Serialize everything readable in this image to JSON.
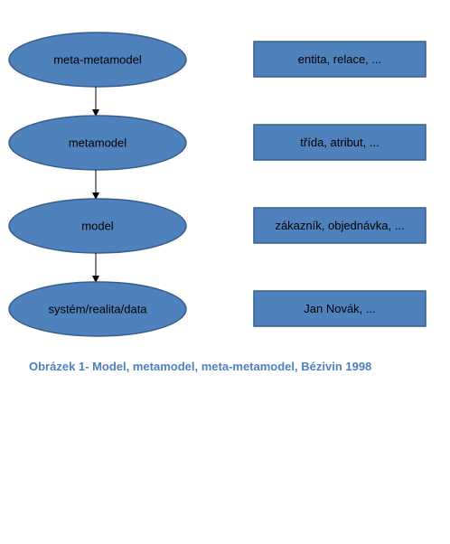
{
  "levels": [
    {
      "ellipse_label": "meta-metamodel",
      "box_label": "entita, relace, ..."
    },
    {
      "ellipse_label": "metamodel",
      "box_label": "třída, atribut, ..."
    },
    {
      "ellipse_label": "model",
      "box_label": "zákazník, objednávka, ..."
    },
    {
      "ellipse_label": "systém/realita/data",
      "box_label": "Jan Novák, ..."
    }
  ],
  "caption": "Obrázek 1- Model, metamodel, meta-metamodel, Bézivin 1998",
  "colors": {
    "shape_fill": "#4f81bd",
    "shape_stroke": "#385d8a",
    "caption": "#4f81bd",
    "connector": "#000000"
  }
}
